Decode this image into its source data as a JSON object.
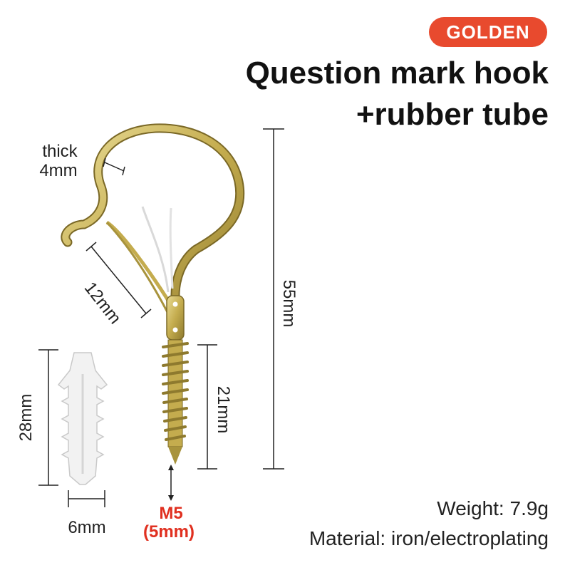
{
  "badge": {
    "label": "GOLDEN",
    "color": "#e84a2e"
  },
  "title": {
    "line1": "Question mark hook",
    "line2": "+rubber tube"
  },
  "dimensions": {
    "thick_label": "thick",
    "thick_value": "4mm",
    "gap": "12mm",
    "total_length": "55mm",
    "thread_length": "21mm",
    "anchor_length": "28mm",
    "anchor_width": "6mm",
    "screw_size": "M5",
    "screw_size_mm": "(5mm)"
  },
  "specs": {
    "weight": "Weight: 7.9g",
    "material": "Material: iron/electroplating"
  },
  "colors": {
    "hook": "#c8b45a",
    "accent": "#e03020",
    "anchor": "#f2f2f2"
  }
}
